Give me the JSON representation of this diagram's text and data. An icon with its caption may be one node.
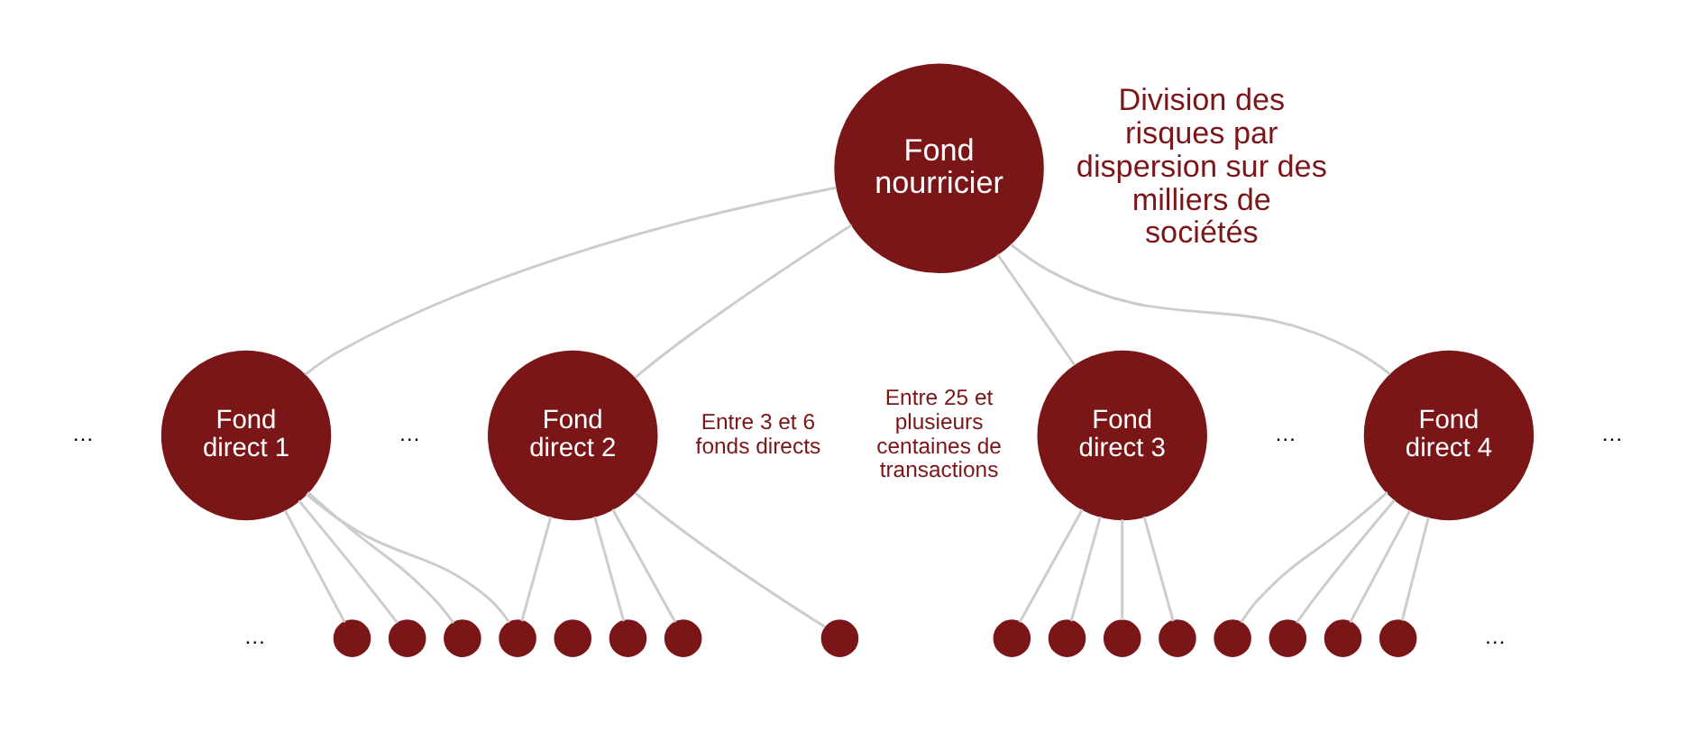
{
  "diagram": {
    "nodes": [
      {
        "text": [
          "Fond nourricier"
        ]
      },
      {
        "text": [
          "Fond direct 1"
        ]
      },
      {
        "text": [
          "Fond direct 2"
        ]
      },
      {
        "text": [
          "Fond direct 3"
        ]
      },
      {
        "text": [
          "Fond direct 4"
        ]
      },
      {
        "text": [],
        "shape": "circle"
      },
      {
        "text": [],
        "shape": "circle"
      },
      {
        "text": [],
        "shape": "circle"
      },
      {
        "text": [],
        "shape": "circle"
      },
      {
        "text": [],
        "shape": "circle"
      },
      {
        "text": [],
        "shape": "circle"
      },
      {
        "text": [],
        "shape": "circle"
      },
      {
        "text": [],
        "shape": "circle"
      },
      {
        "text": [],
        "shape": "circle"
      },
      {
        "text": [],
        "shape": "circle"
      },
      {
        "text": [],
        "shape": "circle"
      },
      {
        "text": [],
        "shape": "circle"
      },
      {
        "text": [],
        "shape": "circle"
      },
      {
        "text": [],
        "shape": "circle"
      },
      {
        "text": [],
        "shape": "circle"
      },
      {
        "text": [],
        "shape": "circle"
      }
    ],
    "edges": [
      {
        "from": 0,
        "to": 1,
        "arrow": "none"
      },
      {
        "from": 0,
        "to": 2,
        "arrow": "none"
      },
      {
        "from": 0,
        "to": 3,
        "arrow": "none"
      },
      {
        "from": 0,
        "to": 4,
        "arrow": "none"
      },
      {
        "from": 1,
        "to": 5,
        "arrow": "none"
      },
      {
        "from": 1,
        "to": 6,
        "arrow": "none"
      },
      {
        "from": 1,
        "to": 7,
        "arrow": "none"
      },
      {
        "from": 1,
        "to": 8,
        "arrow": "none"
      },
      {
        "from": 2,
        "to": 8,
        "arrow": "none"
      },
      {
        "from": 2,
        "to": 10,
        "arrow": "none"
      },
      {
        "from": 2,
        "to": 11,
        "arrow": "none"
      },
      {
        "from": 2,
        "to": 12,
        "arrow": "none"
      },
      {
        "from": 3,
        "to": 13,
        "arrow": "none"
      },
      {
        "from": 3,
        "to": 14,
        "arrow": "none"
      },
      {
        "from": 3,
        "to": 15,
        "arrow": "none"
      },
      {
        "from": 3,
        "to": 16,
        "arrow": "none"
      },
      {
        "from": 4,
        "to": 17,
        "arrow": "none"
      },
      {
        "from": 4,
        "to": 18,
        "arrow": "none"
      },
      {
        "from": 4,
        "to": 19,
        "arrow": "none"
      },
      {
        "from": 4,
        "to": 20,
        "arrow": "none"
      }
    ],
    "labels": [
      "Division des risques par dispersion sur des milliers de sociétés",
      "…",
      "…",
      "Entre 3 et 6 fonds directs",
      "…",
      "…",
      "Entre 25 et plusieurs centaines de transactions",
      "…",
      "…"
    ]
  }
}
